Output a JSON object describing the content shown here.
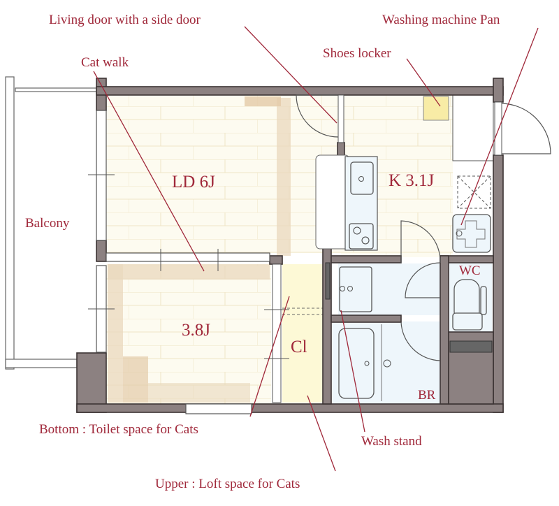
{
  "plan": {
    "callouts": {
      "living_door": "Living door with a side door",
      "washing_machine_pan": "Washing machine Pan",
      "shoes_locker": "Shoes locker",
      "cat_walk": "Cat walk",
      "toilet_space_cats": "Bottom : Toilet space for Cats",
      "wash_stand": "Wash stand",
      "loft_space_cats": "Upper : Loft space for Cats"
    },
    "rooms": {
      "balcony": "Balcony",
      "ld": "LD 6J",
      "kitchen": "K 3.1J",
      "bedroom": "3.8J",
      "closet": "Cl",
      "wc": "WC",
      "bathroom": "BR"
    },
    "colors": {
      "label": "#a0283a",
      "wall": "#8c8181",
      "floor_tile": "#fdfbf0",
      "cat_walk_strip": "#ead8bd",
      "closet": "#fdf9d6",
      "wet_area": "#eef6fb",
      "shoes_locker": "#f8eca6"
    }
  }
}
